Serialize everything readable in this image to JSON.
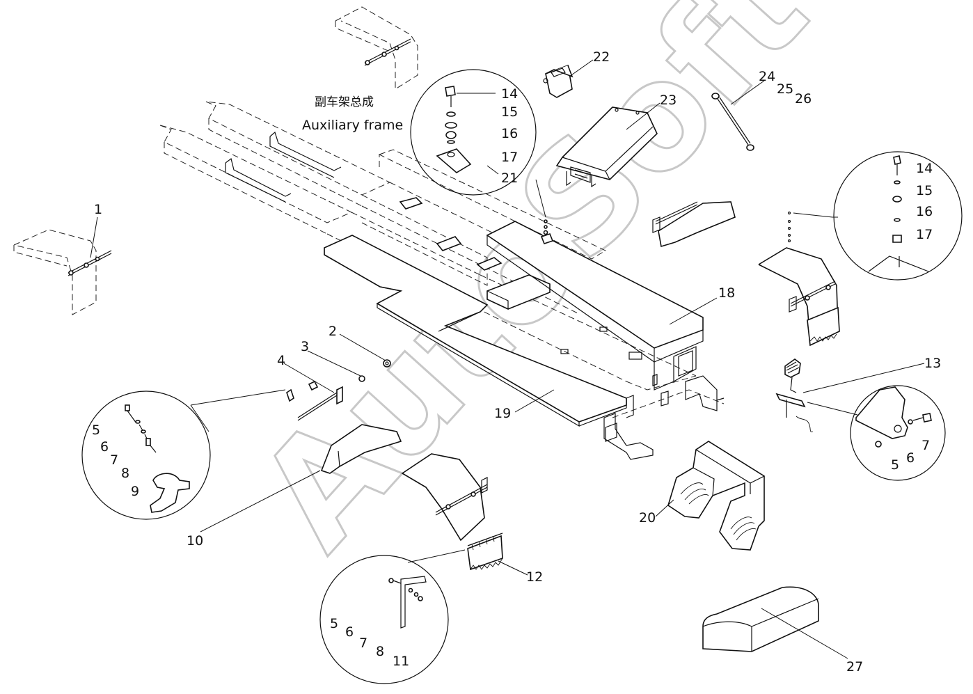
{
  "title_zh": "副车架总成",
  "title_en": "Auxiliary frame",
  "watermark": "AutoSoft",
  "part_labels": {
    "p1": "1",
    "p2": "2",
    "p3": "3",
    "p4": "4",
    "p10": "10",
    "p12": "12",
    "p13": "13",
    "p18": "18",
    "p19": "19",
    "p20": "20",
    "p22": "22",
    "p23": "23",
    "p24": "24",
    "p25": "25",
    "p26": "26",
    "p27": "27"
  },
  "detail_top": {
    "a": "14",
    "b": "15",
    "c": "16",
    "d": "17",
    "e": "21"
  },
  "detail_right": {
    "a": "14",
    "b": "15",
    "c": "16",
    "d": "17"
  },
  "detail_left": {
    "a": "5",
    "b": "6",
    "c": "7",
    "d": "8",
    "e": "9"
  },
  "detail_bottom": {
    "a": "5",
    "b": "6",
    "c": "7",
    "d": "8",
    "e": "11"
  },
  "detail_mid_right": {
    "a": "5",
    "b": "6",
    "c": "7"
  },
  "colors": {
    "line": "#111111",
    "watermark": "#c8c8c8",
    "background": "#ffffff"
  }
}
